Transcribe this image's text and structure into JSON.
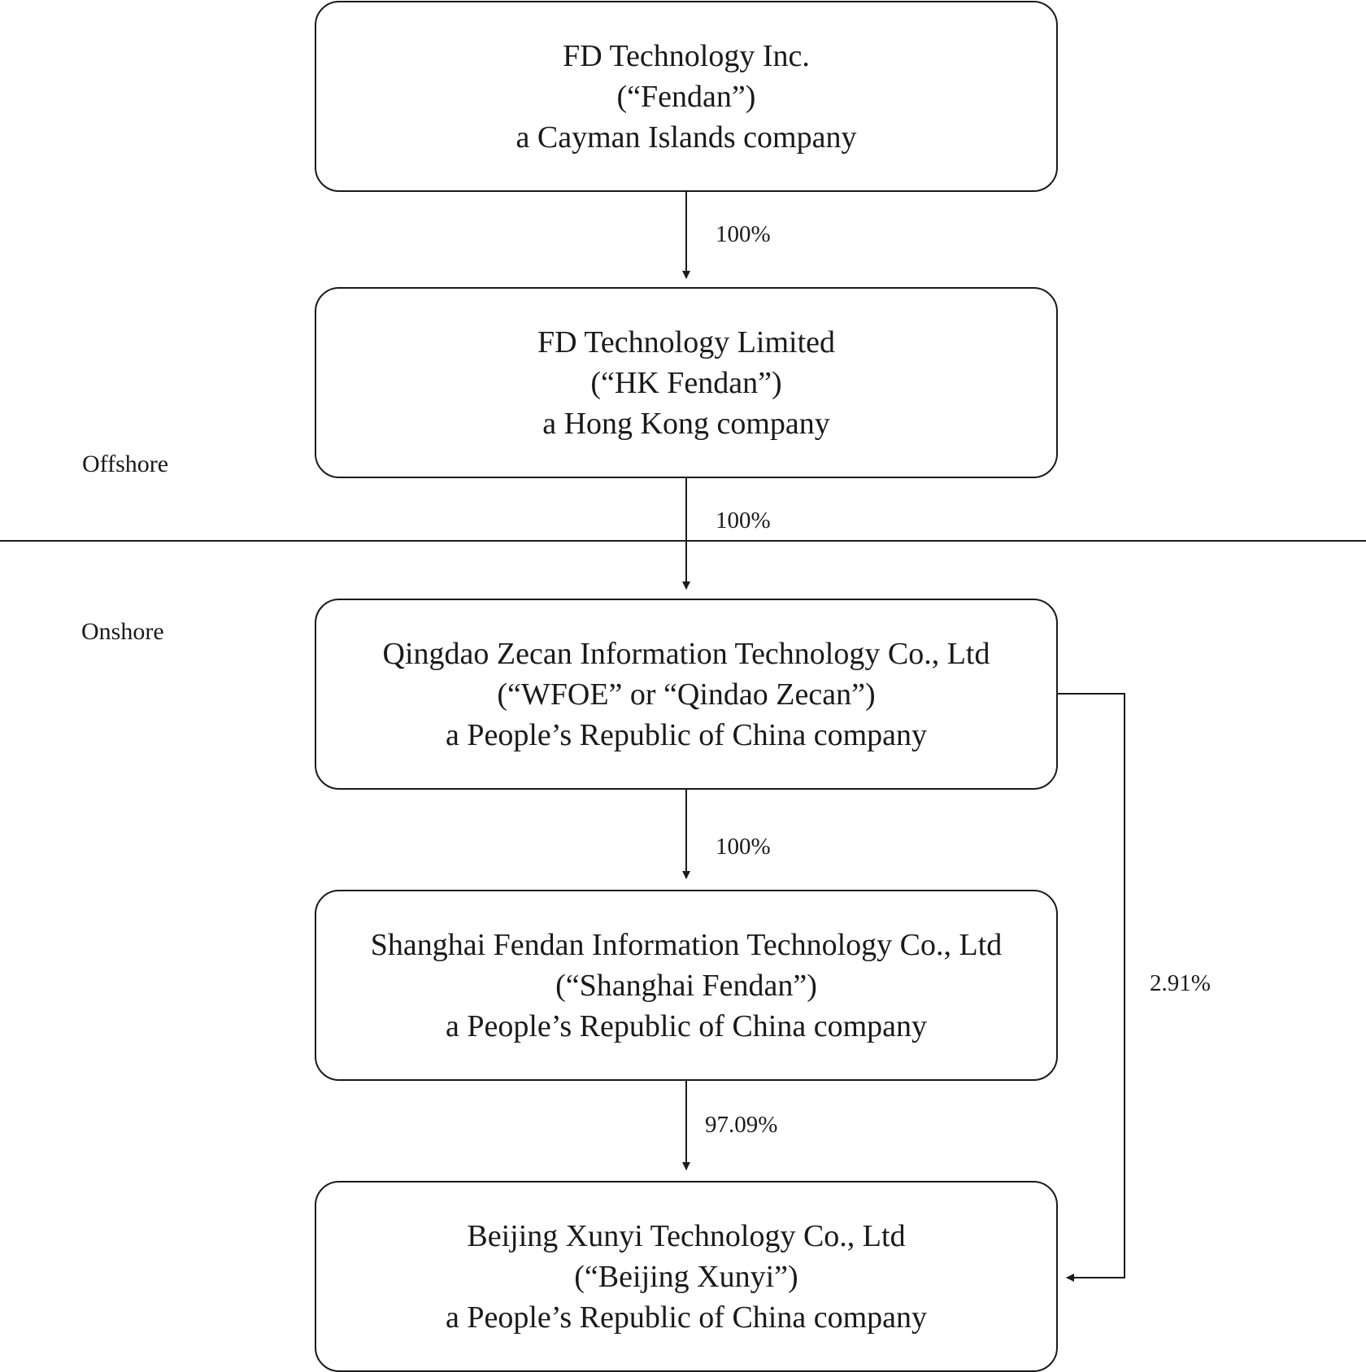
{
  "zones": {
    "offshore": "Offshore",
    "onshore": "Onshore"
  },
  "entities": [
    {
      "name": "FD Technology Inc.",
      "short": "(“Fendan”)",
      "desc": "a Cayman Islands company"
    },
    {
      "name": "FD Technology Limited",
      "short": "(“HK Fendan”)",
      "desc": "a Hong Kong company"
    },
    {
      "name": "Qingdao Zecan Information Technology Co., Ltd",
      "short": "(“WFOE” or “Qindao Zecan”)",
      "desc": "a People’s Republic of China company"
    },
    {
      "name": "Shanghai Fendan Information Technology Co., Ltd",
      "short": "(“Shanghai Fendan”)",
      "desc": "a People’s Republic of China company"
    },
    {
      "name": "Beijing Xunyi Technology Co., Ltd",
      "short": "(“Beijing Xunyi”)",
      "desc": "a People’s Republic of China company"
    }
  ],
  "ownership": [
    {
      "from": "FD Technology Inc.",
      "to": "FD Technology Limited",
      "label": "100%"
    },
    {
      "from": "FD Technology Limited",
      "to": "Qingdao Zecan Information Technology Co., Ltd",
      "label": "100%"
    },
    {
      "from": "Qingdao Zecan Information Technology Co., Ltd",
      "to": "Shanghai Fendan Information Technology Co., Ltd",
      "label": "100%"
    },
    {
      "from": "Shanghai Fendan Information Technology Co., Ltd",
      "to": "Beijing Xunyi Technology Co., Ltd",
      "label": "97.09%"
    },
    {
      "from": "Qingdao Zecan Information Technology Co., Ltd",
      "to": "Beijing Xunyi Technology Co., Ltd",
      "label": "2.91%"
    }
  ]
}
